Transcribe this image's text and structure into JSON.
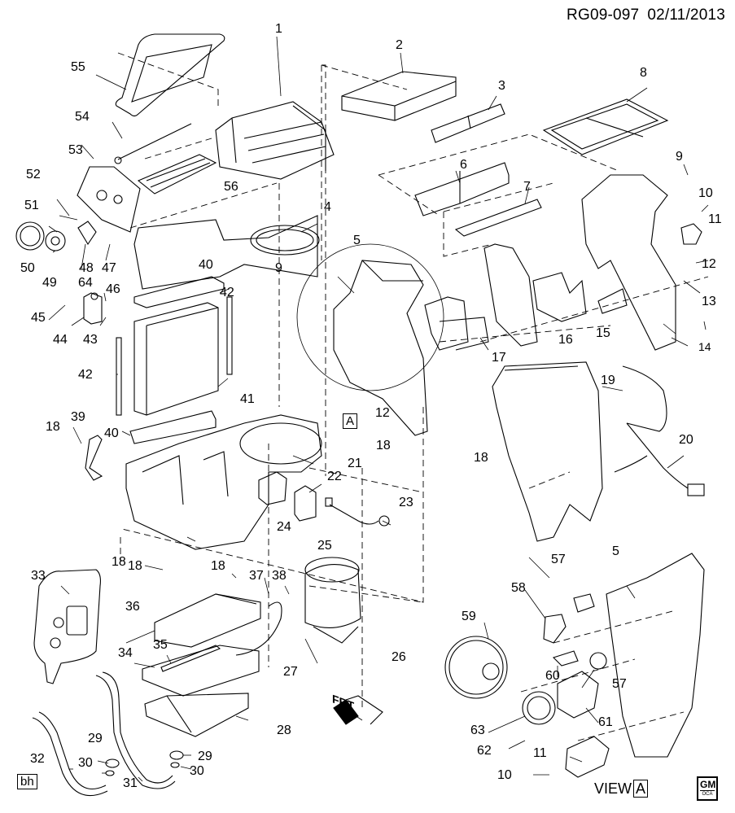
{
  "header": {
    "code": "RG09-097",
    "date": "02/11/2013"
  },
  "callouts": {
    "c1": "1",
    "c2": "2",
    "c3": "3",
    "c4": "4",
    "c5a": "5",
    "c5b": "5",
    "c6": "6",
    "c7": "7",
    "c8": "8",
    "c9a": "9",
    "c9b": "9",
    "c10a": "10",
    "c10b": "10",
    "c11a": "11",
    "c11b": "11",
    "c12a": "12",
    "c12b": "12",
    "c13": "13",
    "c14": "14",
    "c15": "15",
    "c16": "16",
    "c17": "17",
    "c18a": "18",
    "c18b": "18",
    "c18c": "18",
    "c18d": "18",
    "c18e": "18",
    "c18f": "18",
    "c19": "19",
    "c20": "20",
    "c21": "21",
    "c22": "22",
    "c23": "23",
    "c24": "24",
    "c25": "25",
    "c26": "26",
    "c27": "27",
    "c28": "28",
    "c29a": "29",
    "c29b": "29",
    "c30a": "30",
    "c30b": "30",
    "c31": "31",
    "c32": "32",
    "c33": "33",
    "c34": "34",
    "c35": "35",
    "c36": "36",
    "c37": "37",
    "c38": "38",
    "c39": "39",
    "c40a": "40",
    "c40b": "40",
    "c41": "41",
    "c42a": "42",
    "c42b": "42",
    "c43": "43",
    "c44": "44",
    "c45": "45",
    "c46": "46",
    "c47": "47",
    "c48": "48",
    "c49": "49",
    "c50": "50",
    "c51": "51",
    "c52": "52",
    "c53": "53",
    "c54": "54",
    "c55": "55",
    "c56": "56",
    "c57a": "57",
    "c57b": "57",
    "c58": "58",
    "c59": "59",
    "c60": "60",
    "c61": "61",
    "c62": "62",
    "c63": "63",
    "c64": "64"
  },
  "detail_marker": "A",
  "view_label": {
    "text": "VIEW",
    "marker": "A"
  },
  "corner_tag": "bh",
  "direction_arrow": "FRT",
  "logo": {
    "top": "GM",
    "bottom": "OCA"
  }
}
